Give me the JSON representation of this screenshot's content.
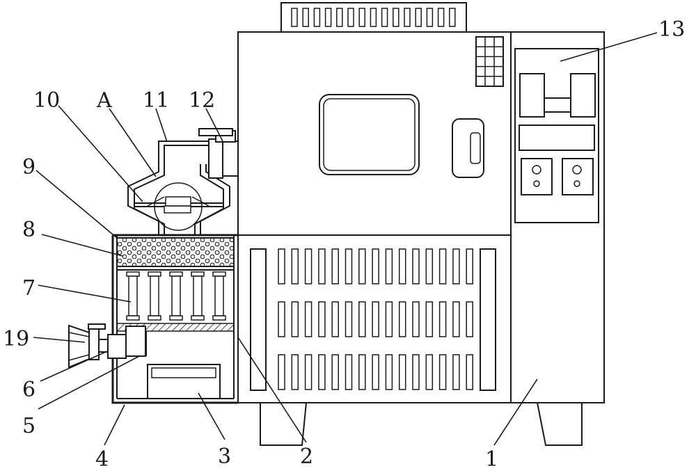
{
  "labels": {
    "l1": "1",
    "l2": "2",
    "l3": "3",
    "l4": "4",
    "l5": "5",
    "l6": "6",
    "l7": "7",
    "l8": "8",
    "l9": "9",
    "l10": "10",
    "lA": "A",
    "l11": "11",
    "l12": "12",
    "l13": "13",
    "l19": "19"
  }
}
